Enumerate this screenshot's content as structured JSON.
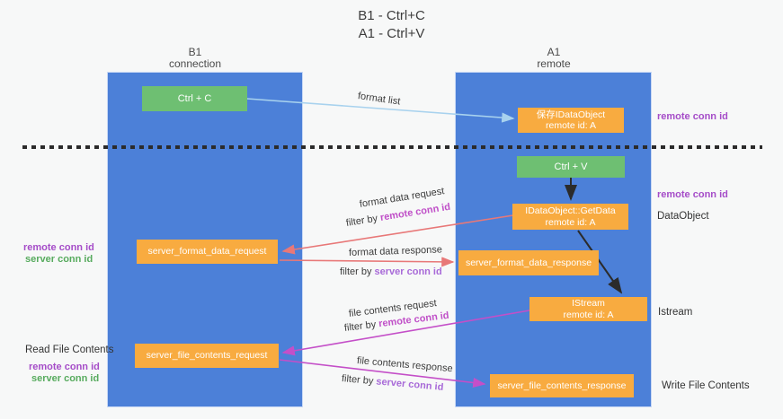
{
  "title": {
    "line1": "B1 - Ctrl+C",
    "line2": "A1 - Ctrl+V"
  },
  "columns": {
    "b1": {
      "name": "B1",
      "role": "connection"
    },
    "a1": {
      "name": "A1",
      "role": "remote"
    }
  },
  "boxes": {
    "ctrl_c": "Ctrl + C",
    "ctrl_v": "Ctrl + V",
    "save_dataobject_line1": "保存IDataObject",
    "save_dataobject_line2": "remote id: A",
    "getdata_line1": "IDataObject::GetData",
    "getdata_line2": "remote id: A",
    "istream_line1": "IStream",
    "istream_line2": "remote id: A",
    "format_request": "server_format_data_request",
    "format_response": "server_format_data_response",
    "file_request": "server_file_contents_request",
    "file_response": "server_file_contents_response"
  },
  "arrow_labels": {
    "format_list": "format list",
    "format_data_request": "format data request",
    "format_data_response": "format data response",
    "file_contents_request": "file contents request",
    "file_contents_response": "file contents response",
    "filter_by": "filter by ",
    "remote_conn_id": "remote conn id",
    "server_conn_id": "server conn id"
  },
  "side_labels": {
    "remote_conn_id": "remote conn id",
    "server_conn_id": "server conn id",
    "dataobject": "DataObject",
    "istream": "Istream",
    "read_file_contents": "Read File Contents",
    "write_file_contents": "Write File Contents"
  },
  "colors": {
    "background": "#f7f8f8",
    "column_blue": "#4c80d8",
    "green_box": "#6ebf72",
    "orange_box": "#f8ab40",
    "blue_arrow": "#a8d2ee",
    "red_arrow": "#e87878",
    "magenta_arrow": "#c44fc8",
    "black_arrow": "#2b2b2b",
    "purple_label": "#a54cc8",
    "green_label": "#57ab5e",
    "magenta_label": "#c050c8",
    "violet_label": "#a86ad8",
    "text_dark": "#3c3c3c"
  }
}
